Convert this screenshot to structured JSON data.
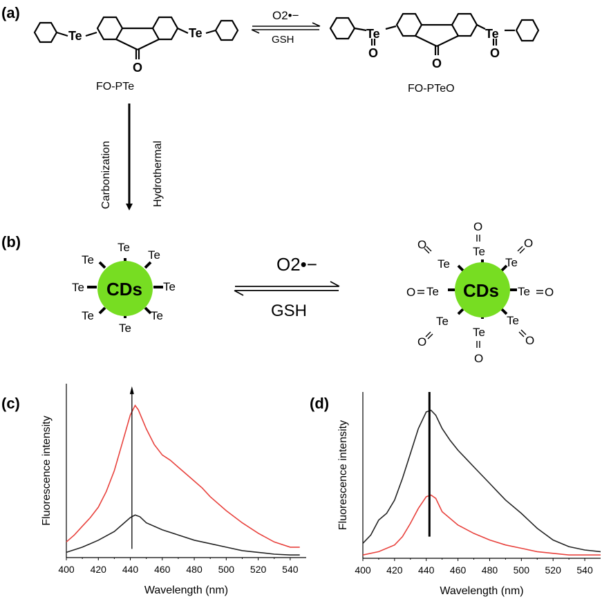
{
  "panels": {
    "a": {
      "label": "(a)",
      "left_molecule": {
        "name": "FO-PTe",
        "te": "Te",
        "carbonyl": "O"
      },
      "right_molecule": {
        "name": "FO-PTeO",
        "te": "Te",
        "carbonyl": "O",
        "oxo": "O"
      },
      "forward_reagent": "O2•−",
      "reverse_reagent": "GSH",
      "down_arrow_left_label": "Carbonization",
      "down_arrow_right_label": "Hydrothermal"
    },
    "b": {
      "label": "(b)",
      "core": "CDs",
      "core_color": "#77dd22",
      "te": "Te",
      "teo": "O",
      "forward_reagent": "O2•−",
      "reverse_reagent": "GSH"
    },
    "c": {
      "label": "(c)"
    },
    "d": {
      "label": "(d)"
    }
  },
  "chart_data": [
    {
      "type": "line",
      "panel": "c",
      "xlabel": "Wavelength (nm)",
      "ylabel": "Fluorescence intensity",
      "xlim": [
        400,
        550
      ],
      "xticks": [
        400,
        420,
        440,
        460,
        480,
        500,
        520,
        540
      ],
      "ylim": [
        0,
        1
      ],
      "yticks_shown": false,
      "marker_line_x": 441,
      "marker_line_arrow": "up",
      "series": [
        {
          "color": "#e8413c",
          "x": [
            400,
            405,
            410,
            415,
            420,
            425,
            430,
            435,
            440,
            443,
            445,
            450,
            455,
            460,
            465,
            470,
            475,
            480,
            485,
            490,
            500,
            510,
            520,
            530,
            540,
            546
          ],
          "y": [
            0.09,
            0.13,
            0.18,
            0.23,
            0.29,
            0.38,
            0.5,
            0.66,
            0.82,
            0.875,
            0.85,
            0.74,
            0.65,
            0.59,
            0.56,
            0.52,
            0.48,
            0.44,
            0.4,
            0.35,
            0.27,
            0.2,
            0.14,
            0.09,
            0.06,
            0.06
          ]
        },
        {
          "color": "#222222",
          "x": [
            400,
            410,
            420,
            430,
            435,
            440,
            443,
            446,
            450,
            460,
            470,
            480,
            490,
            500,
            510,
            520,
            530,
            540,
            546
          ],
          "y": [
            0.03,
            0.06,
            0.1,
            0.15,
            0.19,
            0.23,
            0.245,
            0.235,
            0.2,
            0.16,
            0.13,
            0.1,
            0.08,
            0.06,
            0.04,
            0.03,
            0.02,
            0.015,
            0.015
          ]
        }
      ]
    },
    {
      "type": "line",
      "panel": "d",
      "xlabel": "Wavelength (nm)",
      "ylabel": "Fluorescence intensity",
      "xlim": [
        400,
        550
      ],
      "xticks": [
        400,
        420,
        440,
        460,
        480,
        500,
        520,
        540
      ],
      "ylim": [
        0,
        1
      ],
      "yticks_shown": false,
      "marker_line_x": 442,
      "marker_line_arrow": "none",
      "series": [
        {
          "color": "#222222",
          "x": [
            400,
            405,
            410,
            415,
            420,
            425,
            430,
            435,
            440,
            443,
            446,
            450,
            455,
            460,
            465,
            470,
            475,
            480,
            485,
            490,
            500,
            510,
            520,
            530,
            540,
            550
          ],
          "y": [
            0.09,
            0.14,
            0.23,
            0.27,
            0.35,
            0.48,
            0.63,
            0.78,
            0.88,
            0.89,
            0.86,
            0.78,
            0.71,
            0.65,
            0.6,
            0.55,
            0.5,
            0.45,
            0.4,
            0.35,
            0.27,
            0.18,
            0.11,
            0.07,
            0.05,
            0.04
          ]
        },
        {
          "color": "#e8413c",
          "x": [
            400,
            410,
            420,
            425,
            430,
            435,
            440,
            443,
            446,
            450,
            460,
            470,
            480,
            490,
            500,
            510,
            520,
            530,
            540,
            550
          ],
          "y": [
            0.02,
            0.04,
            0.08,
            0.13,
            0.21,
            0.3,
            0.37,
            0.38,
            0.36,
            0.28,
            0.2,
            0.15,
            0.11,
            0.08,
            0.06,
            0.04,
            0.03,
            0.02,
            0.02,
            0.02
          ]
        }
      ]
    }
  ]
}
